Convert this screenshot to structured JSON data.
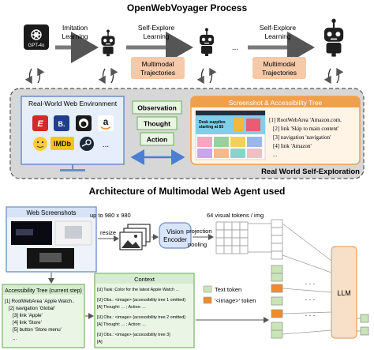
{
  "top": {
    "title": "OpenWebVoyager Process",
    "gpt_label": "GPT-4o",
    "stages": [
      {
        "line1": "Imitation",
        "line2": "Learning"
      },
      {
        "line1": "Self-Explore",
        "line2": "Learning"
      },
      {
        "line1": "Self-Explore",
        "line2": "Learning"
      }
    ],
    "ellipsis": "...",
    "trajectories": [
      {
        "line1": "Multimodal",
        "line2": "Trajectories"
      },
      {
        "line1": "Multimodal",
        "line2": "Trajectories"
      }
    ],
    "env_title": "Real-World Web Environment",
    "sites": [
      "B.",
      "IMDb",
      "..."
    ],
    "amazon_letter": "a",
    "middle_labels": [
      "Observation",
      "Thought",
      "Action"
    ],
    "screenshot_title": "Screenshot & Accessibility Tree",
    "screenshot_text": [
      "Desk supplies",
      "starting at $5"
    ],
    "tree_lines": [
      "[1] RootWebArea 'Amazon.com.",
      "[2] link 'Skip to main content'",
      "[3] navigation 'navigation'",
      "[4] link 'Amazon'",
      "..."
    ],
    "box_caption": "Real World Self-Exploration"
  },
  "bottom": {
    "title": "Architecture of Multimodal Web Agent used",
    "web_screenshots": "Web Screenshots",
    "resize": "resize",
    "size_label": "up to 980 x 980",
    "vision_encoder": [
      "Vision",
      "Encoder"
    ],
    "projection": "projection",
    "pooling": "pooling",
    "tokens_label": "64 visual tokens / img",
    "acc_tree_title": "Accessibility Tree (current step)",
    "acc_tree_lines": [
      "[1] RootWebArea 'Apple Watch..",
      "[2] navigation 'Global'",
      "[3] link 'Apple'",
      "[4] link 'Store'",
      "[5] button 'Store menu'",
      "..."
    ],
    "context_title": "Context",
    "context_lines": [
      "[U] Task: Color for the latest Apple Watch ...",
      "[U] Obs.: <image> {accessibility tree 1 omitted}",
      "[A] Thought: ... ; Action: ...",
      "[U] Obs.: <image> {accessibility tree 2 omitted}",
      "[A] Thought: ... ; Action: ...",
      "[U] Obs.: <image> {accessibility tree 3}",
      "[A]"
    ],
    "legend_text_token": "Text token",
    "legend_image_token": "'<image>' token",
    "llm": "LLM",
    "dots": ". . ."
  },
  "colors": {
    "robot": "#1f1f1f",
    "trajectory_bg": "#f6c9a8",
    "panel_bg": "#d7d7d7",
    "env_border": "#6a8fc4",
    "env_bg": "#e7eefb",
    "screenshot_border": "#f0a04b",
    "screenshot_bg": "#fff4e6",
    "green_border": "#7cb96b",
    "green_bg": "#e9f5e3",
    "blue_arrow": "#4a7fd4",
    "gray_arrow": "#7a7a7a",
    "orange_token": "#f08a2a",
    "green_token": "#c9e5b8",
    "llm_fill": "#f7dfc8",
    "llm_border": "#e5a86e"
  }
}
